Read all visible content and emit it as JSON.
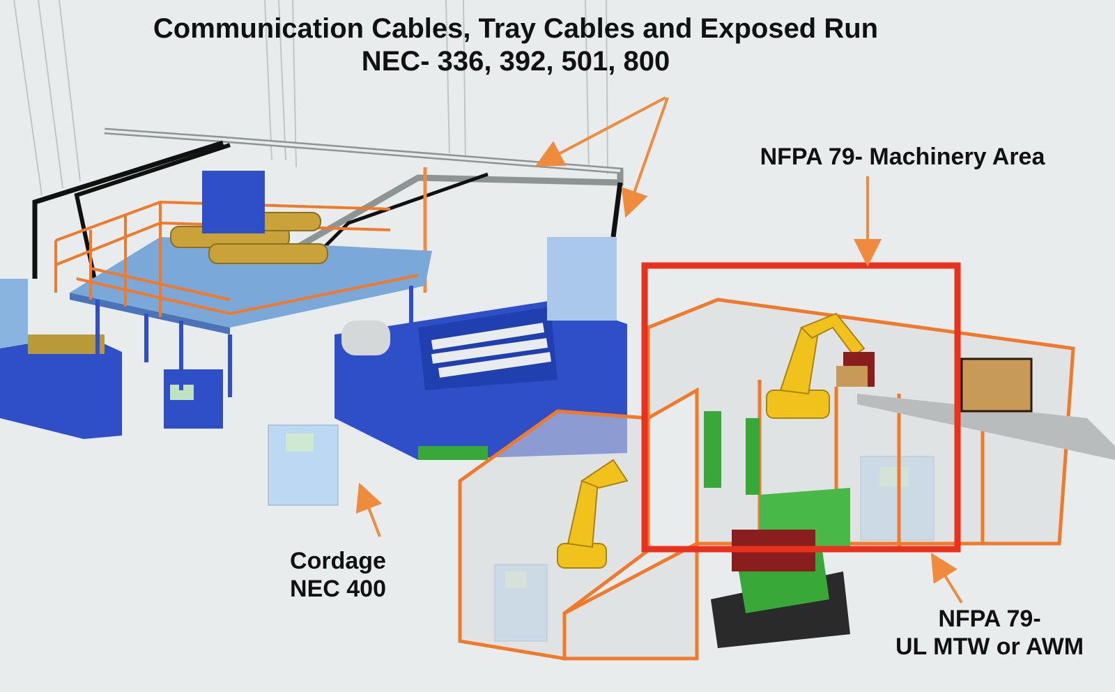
{
  "labels": {
    "communication": {
      "line1": "Communication Cables, Tray Cables and Exposed Run",
      "line2": "NEC- 336, 392, 501, 800"
    },
    "machinery_area": {
      "line1": "NFPA 79- Machinery Area"
    },
    "cordage": {
      "line1": "Cordage",
      "line2": "NEC 400"
    },
    "mtw": {
      "line1": "NFPA 79-",
      "line2": "UL MTW or AWM"
    }
  },
  "colors": {
    "background": "#e9ecec",
    "callout_arrow": "#f08a3c",
    "highlight_box": "#e8321e",
    "railing": "#f07a2a",
    "machine_blue": "#2f4fc8",
    "console": "#bcd8f2",
    "robot": "#f2c21c",
    "green": "#38a838"
  },
  "icons": [
    "arrow-icon",
    "robot-arm-icon",
    "control-panel-icon"
  ]
}
